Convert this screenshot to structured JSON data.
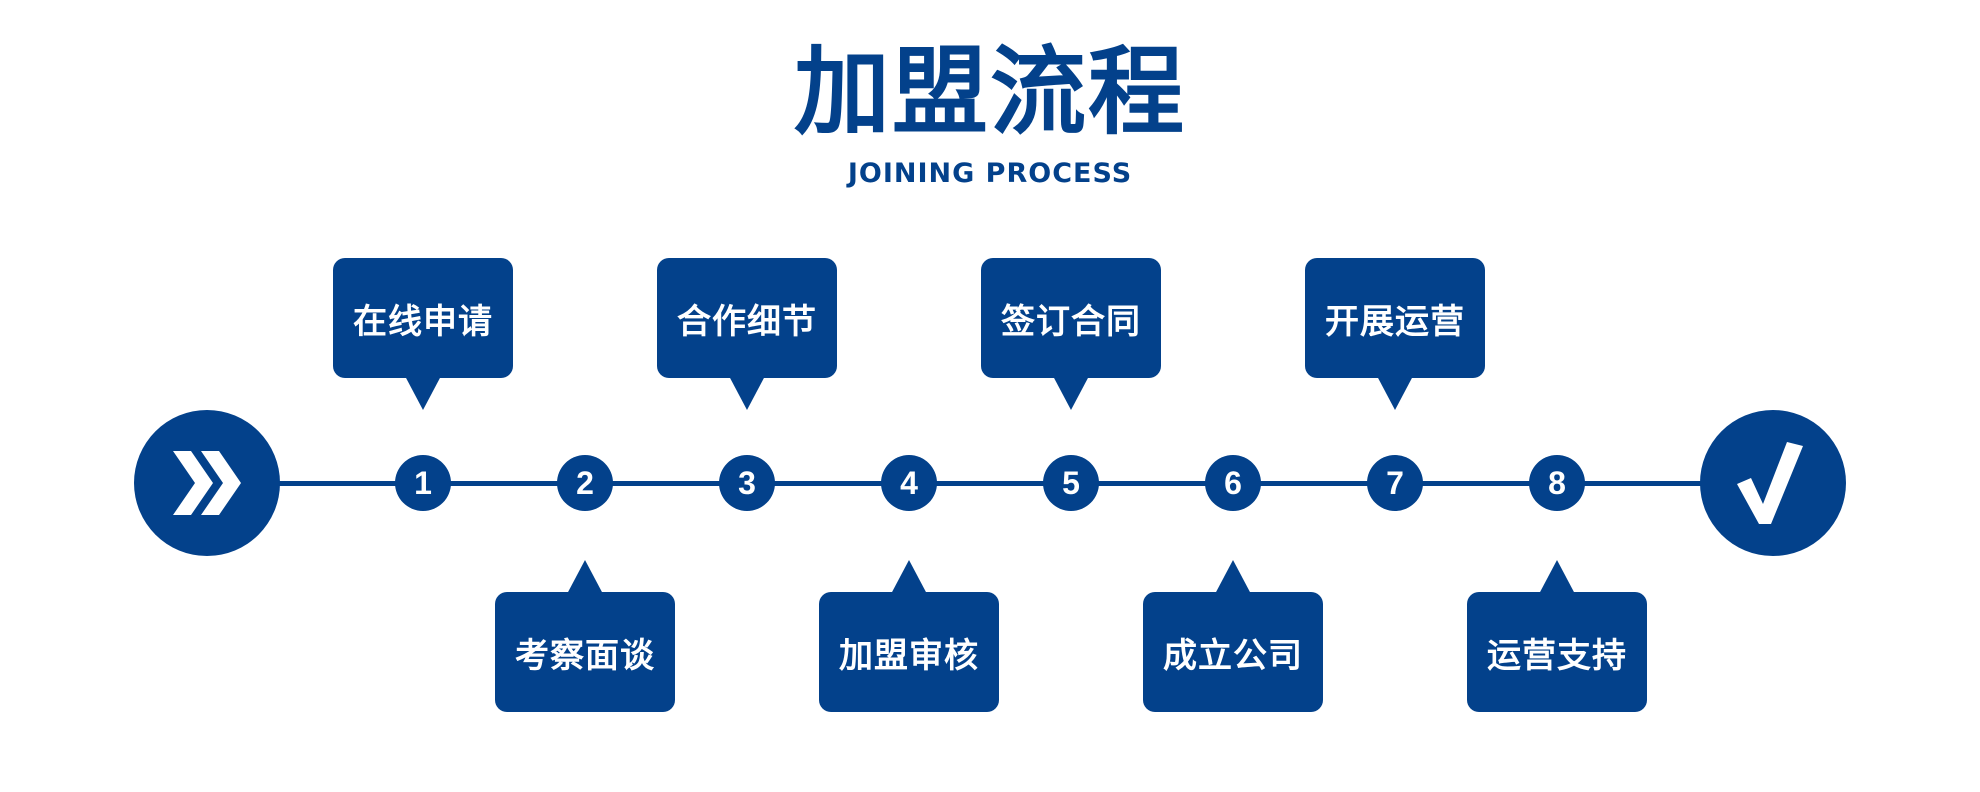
{
  "colors": {
    "primary": "#03418b",
    "background": "#ffffff"
  },
  "header": {
    "title": "加盟流程",
    "subtitle": "JOINING PROCESS"
  },
  "timeline": {
    "start_icon": "double-chevron-right-icon",
    "start_glyph": "»",
    "end_icon": "check-mark-icon",
    "end_glyph": "√",
    "steps": [
      {
        "number": "1",
        "label": "在线申请"
      },
      {
        "number": "2",
        "label": "考察面谈"
      },
      {
        "number": "3",
        "label": "合作细节"
      },
      {
        "number": "4",
        "label": "加盟审核"
      },
      {
        "number": "5",
        "label": "签订合同"
      },
      {
        "number": "6",
        "label": "成立公司"
      },
      {
        "number": "7",
        "label": "开展运营"
      },
      {
        "number": "8",
        "label": "运营支持"
      }
    ]
  }
}
